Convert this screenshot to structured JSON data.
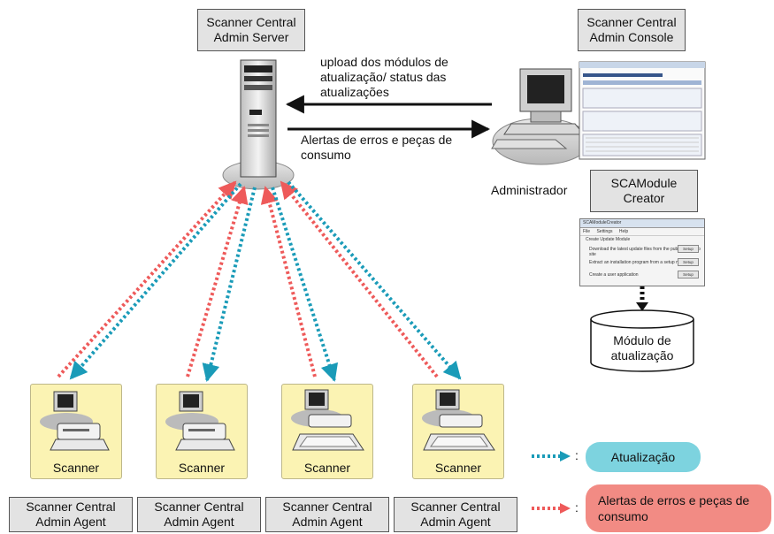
{
  "server": {
    "title": "Scanner Central\nAdmin Server"
  },
  "console": {
    "title": "Scanner Central\nAdmin Console"
  },
  "upload_label": "upload dos módulos de\natualização/ status das\natualizações",
  "alerts_label": "Alertas de erros e peças de\nconsumo",
  "administrator_label": "Administrador",
  "creator": {
    "title": "SCAModule\nCreator",
    "window": {
      "title": "SCAModuleCreator",
      "menu": [
        "File",
        "Settings",
        "Help"
      ],
      "heading": "Create Update Module",
      "rows": [
        {
          "text": "Download the latest update files from the publicized Web site",
          "button": "Setup"
        },
        {
          "text": "Extract an installation program from a setup media",
          "button": "Setup"
        },
        {
          "text": "Create a user application",
          "button": "Setup"
        }
      ]
    }
  },
  "module": {
    "label": "Módulo de\natualização"
  },
  "scanners": [
    {
      "label": "Scanner",
      "agent": "Scanner Central\nAdmin Agent"
    },
    {
      "label": "Scanner",
      "agent": "Scanner Central\nAdmin Agent"
    },
    {
      "label": "Scanner",
      "agent": "Scanner Central\nAdmin Agent"
    },
    {
      "label": "Scanner",
      "agent": "Scanner Central\nAdmin Agent"
    }
  ],
  "legend": {
    "update": {
      "colon": ":",
      "label": "Atualização",
      "color": "#7dd3df",
      "line_color": "#1a9bb8"
    },
    "alerts": {
      "colon": ":",
      "label": "Alertas de erros e peças de\nconsumo",
      "color": "#f28b84",
      "line_color": "#ee5a5a"
    }
  }
}
